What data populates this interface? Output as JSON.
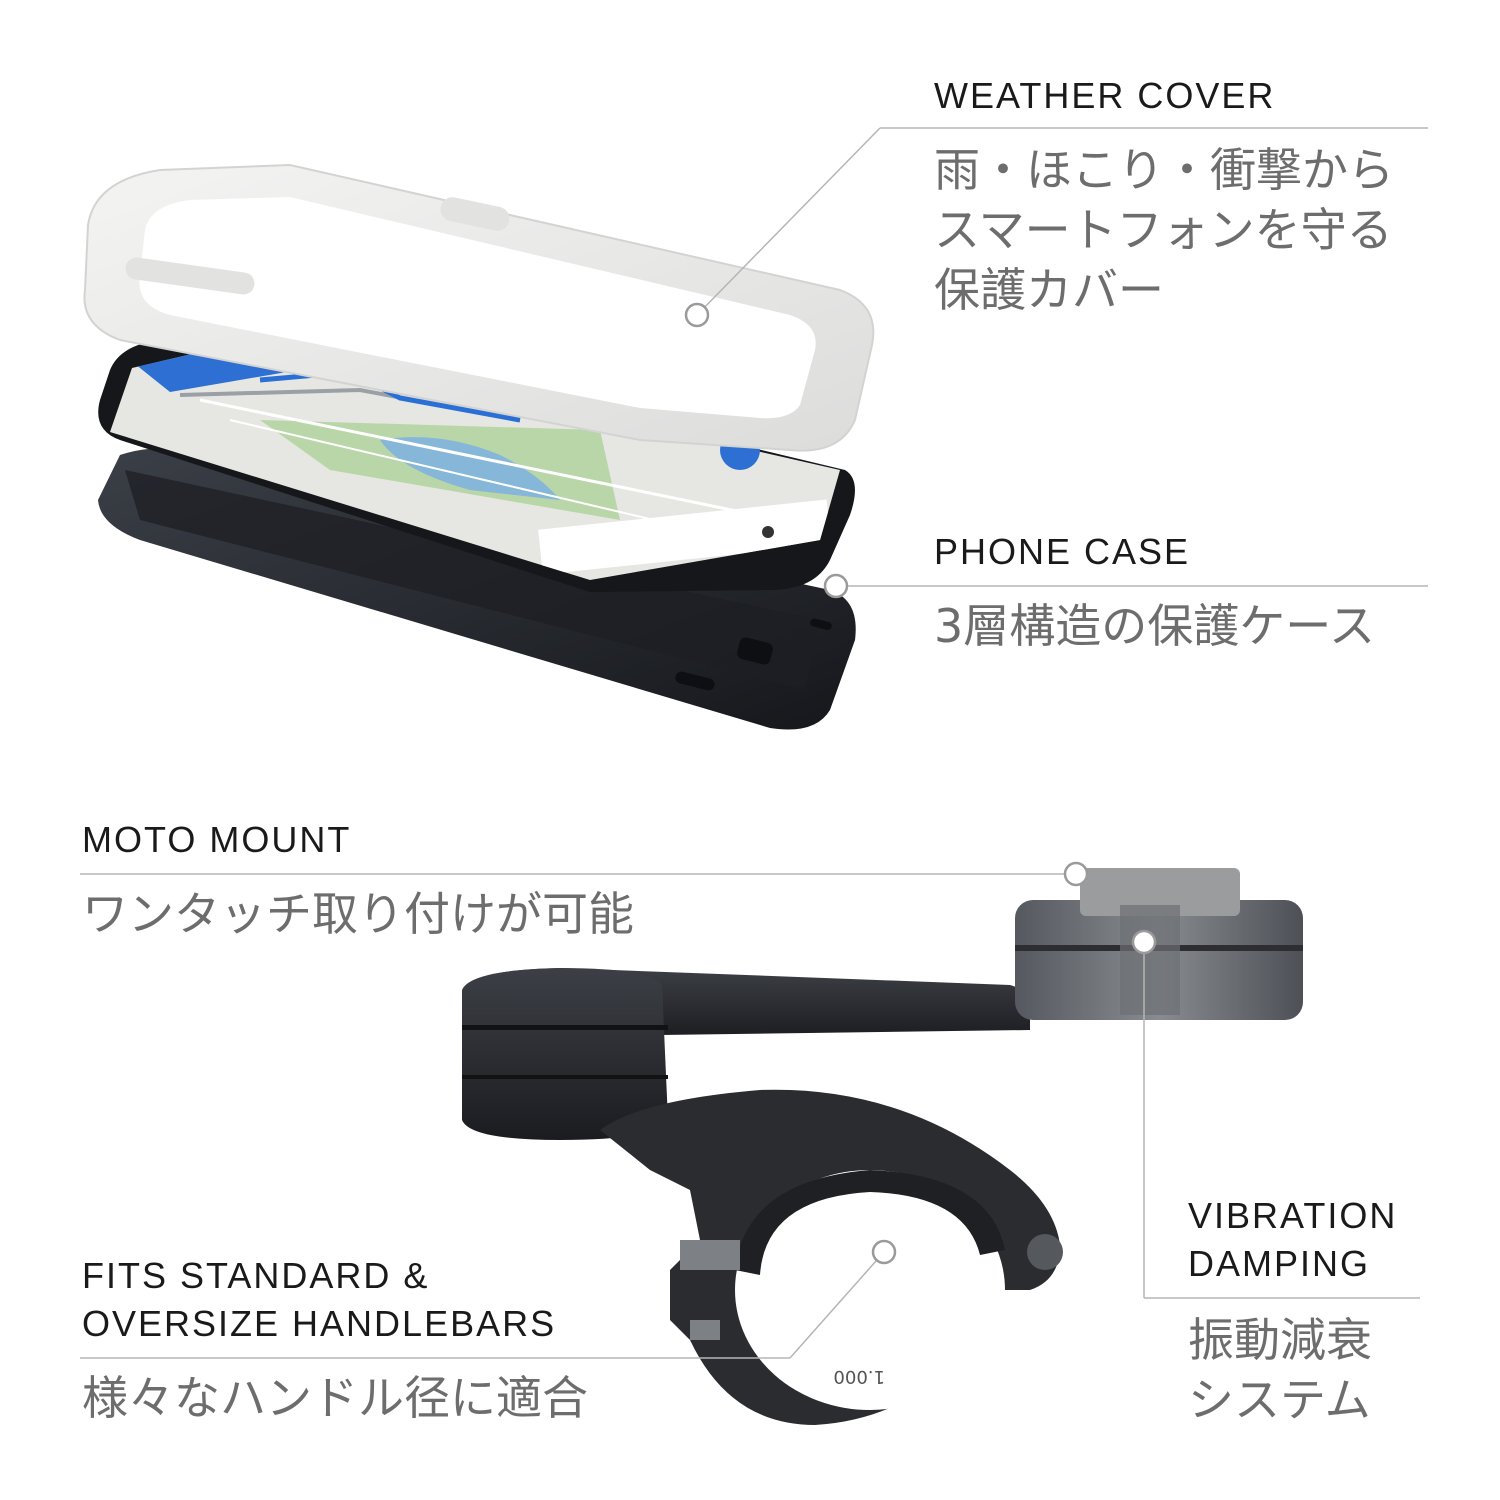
{
  "callouts": {
    "weather_cover": {
      "title": "WEATHER COVER",
      "desc": [
        "雨・ほこり・衝撃から",
        "スマートフォンを守る",
        "保護カバー"
      ]
    },
    "phone_case": {
      "title": "PHONE CASE",
      "desc": [
        "3層構造の保護ケース"
      ]
    },
    "moto_mount": {
      "title": "MOTO MOUNT",
      "desc": [
        "ワンタッチ取り付けが可能"
      ]
    },
    "handlebars": {
      "title": [
        "FITS STANDARD &",
        "OVERSIZE HANDLEBARS"
      ],
      "desc": [
        "様々なハンドル径に適合"
      ]
    },
    "vibration": {
      "title": [
        "VIBRATION",
        "DAMPING"
      ],
      "desc": [
        "振動減衰",
        "システム"
      ]
    }
  },
  "product_marks": {
    "clamp_size": "1.000"
  },
  "colors": {
    "title_text": "#1a1a1a",
    "desc_text": "#6d6d6d",
    "leader_line": "#b5b5b5",
    "mount_black": "#2a2c30",
    "cover_white": "#eceded"
  }
}
